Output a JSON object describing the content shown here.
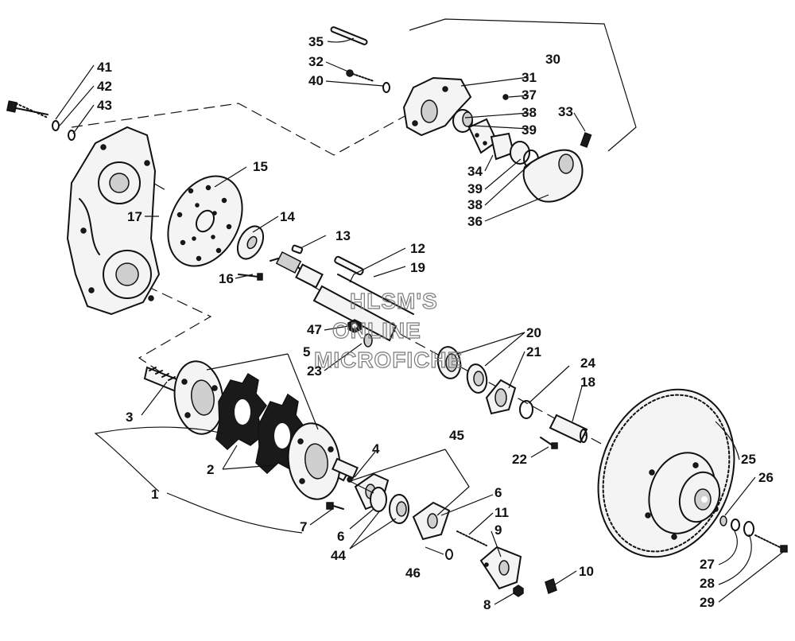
{
  "watermark": [
    "HLSM'S",
    "ONLINE",
    "MICROFICHE"
  ],
  "callouts": {
    "c1": "1",
    "c2": "2",
    "c3": "3",
    "c4": "4",
    "c5": "5",
    "c6a": "6",
    "c6b": "6",
    "c7": "7",
    "c8": "8",
    "c9": "9",
    "c10": "10",
    "c11": "11",
    "c12": "12",
    "c13": "13",
    "c14": "14",
    "c15": "15",
    "c16": "16",
    "c17": "17",
    "c18": "18",
    "c19": "19",
    "c20": "20",
    "c21": "21",
    "c22": "22",
    "c23": "23",
    "c24": "24",
    "c25": "25",
    "c26": "26",
    "c27": "27",
    "c28": "28",
    "c29": "29",
    "c30": "30",
    "c31": "31",
    "c32": "32",
    "c33": "33",
    "c34": "34",
    "c35": "35",
    "c36": "36",
    "c37": "37",
    "c38a": "38",
    "c38b": "38",
    "c39a": "39",
    "c39b": "39",
    "c40": "40",
    "c41": "41",
    "c42": "42",
    "c43": "43",
    "c44": "44",
    "c45": "45",
    "c46": "46",
    "c47": "47"
  }
}
